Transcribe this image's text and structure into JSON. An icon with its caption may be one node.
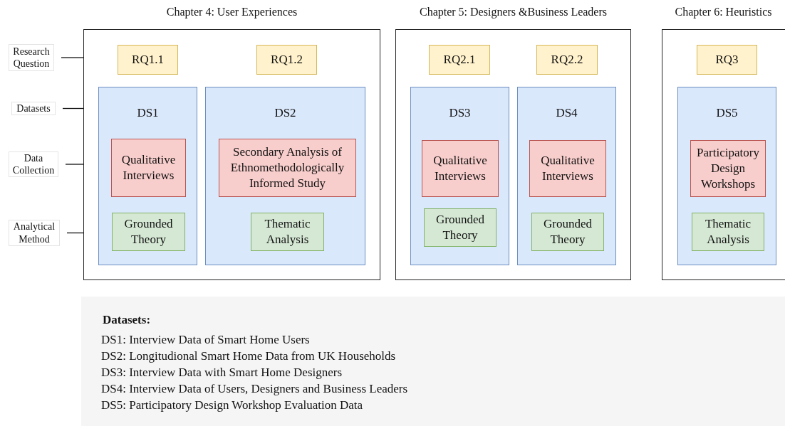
{
  "diagram": {
    "nodes": [
      {
        "text": [
          "Chapter 4: User Experiences"
        ]
      },
      {
        "text": [
          "RQ1.1"
        ],
        "in": 0
      },
      {
        "text": [
          "RQ1.2"
        ],
        "in": 0
      },
      {
        "text": [
          "DS1"
        ],
        "in": 0
      },
      {
        "text": [
          "Qualitative Interviews"
        ],
        "in": 3
      },
      {
        "text": [
          "Grounded Theory"
        ],
        "in": 3
      },
      {
        "text": [
          "DS2"
        ],
        "in": 0
      },
      {
        "text": [
          "Secondary Analysis of Ethnomethodologically Informed Study"
        ],
        "in": 6
      },
      {
        "text": [
          "Thematic Analysis"
        ],
        "in": 6
      },
      {
        "text": [
          "Chapter 5: Designers &Business Leaders"
        ]
      },
      {
        "text": [
          "RQ2.1"
        ],
        "in": 9
      },
      {
        "text": [
          "RQ2.2"
        ],
        "in": 9
      },
      {
        "text": [
          "DS3"
        ],
        "in": 9
      },
      {
        "text": [
          "Qualitative Interviews"
        ],
        "in": 12
      },
      {
        "text": [
          "Grounded Theory"
        ],
        "in": 12
      },
      {
        "text": [
          "DS4"
        ],
        "in": 9
      },
      {
        "text": [
          "Qualitative Interviews"
        ],
        "in": 15
      },
      {
        "text": [
          "Grounded Theory"
        ],
        "in": 15
      },
      {
        "text": [
          "Chapter 6: Heuristics"
        ]
      },
      {
        "text": [
          "RQ3"
        ],
        "in": 18
      },
      {
        "text": [
          "DS5"
        ],
        "in": 18
      },
      {
        "text": [
          "Participatory Design Workshops"
        ],
        "in": 20
      },
      {
        "text": [
          "Thematic Analysis"
        ],
        "in": 20
      },
      {
        "text": [
          "Research Question"
        ]
      },
      {
        "text": [
          "Datasets"
        ]
      },
      {
        "text": [
          "Data Collection"
        ]
      },
      {
        "text": [
          "Analytical Method"
        ]
      },
      {
        "text": [
          "Datasets:",
          "DS1: Interview Data of Smart Home Users",
          "DS2: Longitudional Smart Home Data from UK Households",
          "DS3: Interview Data with Smart Home Designers",
          "DS4: Interview Data of Users, Designers and Business Leaders",
          "DS5: Participatory Design Workshop Evaluation Data"
        ]
      }
    ],
    "edges": [
      {
        "from": 23,
        "to": 0,
        "arrow": "none"
      },
      {
        "from": 24,
        "to": 0,
        "arrow": "none"
      },
      {
        "from": 25,
        "to": 0,
        "arrow": "none"
      },
      {
        "from": 26,
        "to": 0,
        "arrow": "none"
      }
    ]
  }
}
